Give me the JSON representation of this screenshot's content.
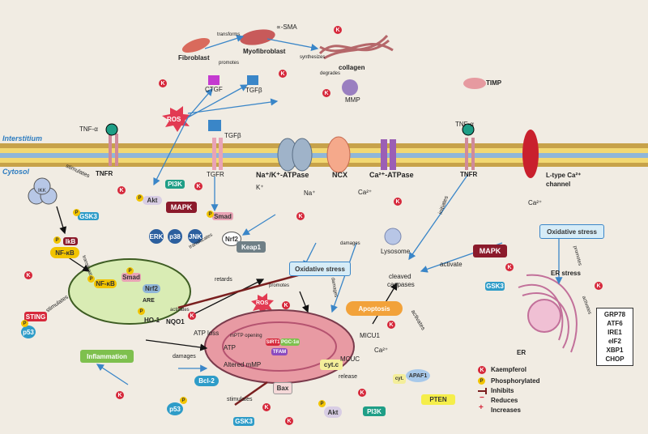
{
  "compartments": {
    "interstitium": "Interstitium",
    "cytosol": "Cytosol"
  },
  "top": {
    "fibroblast": "Fibroblast",
    "transforms": "transforms",
    "myofibroblast": "Myofibroblast",
    "sma": "∝-SMA",
    "promotes": "promotes",
    "synthesizes": "synthesizes",
    "collagen": "collagen",
    "degrades": "degrades",
    "ctgf": "CTGF",
    "tgfb1": "TGFβ",
    "mmp": "MMP",
    "timp": "TIMP",
    "ros": "ROS"
  },
  "membrane": {
    "tnfa_left": "TNF-α",
    "tnfr_left": "TNFR",
    "tgfb2": "TGFβ",
    "tgfr": "TGFR",
    "na_k": "Na⁺/K⁺-ATPase",
    "k_ion": "K⁺",
    "na_ion": "Na⁺",
    "ncx": "NCX",
    "ca_ion": "Ca²⁺",
    "ca_atpase": "Ca²⁺-ATPase",
    "tnfa_right": "TNF-α",
    "tnfr_right": "TNFR",
    "l_type": "L-type Ca²⁺",
    "channel": "channel",
    "ca_in": "Ca²⁺",
    "initiates": "initiates"
  },
  "left": {
    "stimulates1": "stimulates",
    "ikk": "IKK",
    "pi3k": "PI3K",
    "akt": "Akt",
    "gsk3": "GSK3",
    "mapk": "MAPK",
    "smad": "Smad",
    "erk": "ERK",
    "p38": "p38",
    "jnk": "JNK",
    "ikb": "IkB",
    "nfkb": "NF-κB",
    "translocates1": "translocates",
    "sting": "STING",
    "p53": "p53",
    "stimulates2": "stimulates"
  },
  "nucleus": {
    "nfkb": "NF-κB",
    "smad": "Smad",
    "nrf2": "Nrf2",
    "are": "ARE",
    "translocates": "translocates",
    "ho1": "HO-1",
    "nqo1": "NQO1",
    "activates": "activates"
  },
  "center": {
    "nrf2": "Nrf2",
    "keap1": "Keap1",
    "lysosome": "Lysosome",
    "damages": "damages",
    "oxidative_stress": "Oxidative stress",
    "retards": "retards",
    "promotes": "promotes",
    "damages2": "damages",
    "ros2": "ROS",
    "atp_loss": "ATP loss",
    "atp": "ATP",
    "mptp": "mPTP opening",
    "altered_mmp": "Altered mMP",
    "sirt": "SIRT1",
    "pgc": "PGC-1α",
    "tfam": "TFAM",
    "cytc": "cyt.c",
    "release": "release",
    "micu1": "MICU1",
    "mcuc": "MCUC",
    "ca_mito": "Ca²⁺",
    "apoptosis": "Apoptosis",
    "cleaved": "cleaved",
    "caspases": "caspases",
    "activate": "activate",
    "activates": "activates",
    "cytc2": "cyt.",
    "apaf1": "APAF1",
    "pten": "PTEN",
    "pi3k2": "PI3K",
    "akt2": "Akt",
    "bax": "Bax",
    "bcl2": "Bcl-2",
    "gsk3_2": "GSK3",
    "p53_2": "p53",
    "stimulates": "stimulates",
    "inflammation": "Inflammation",
    "damages3": "damages"
  },
  "right": {
    "mapk": "MAPK",
    "gsk3": "GSK3",
    "oxidative_stress": "Oxidative stress",
    "promotes": "promotes",
    "er_stress": "ER stress",
    "activates": "activates",
    "er": "ER",
    "markers": [
      "GRP78",
      "ATF6",
      "IRE1",
      "eIF2",
      "XBP1",
      "CHOP"
    ]
  },
  "legend": {
    "k": "K",
    "kaempferol": "Kaempferol",
    "p": "P",
    "phosphorylated": "Phosphorylated",
    "inhibits": "Inhibits",
    "reduces": "Reduces",
    "increases": "Increases"
  }
}
